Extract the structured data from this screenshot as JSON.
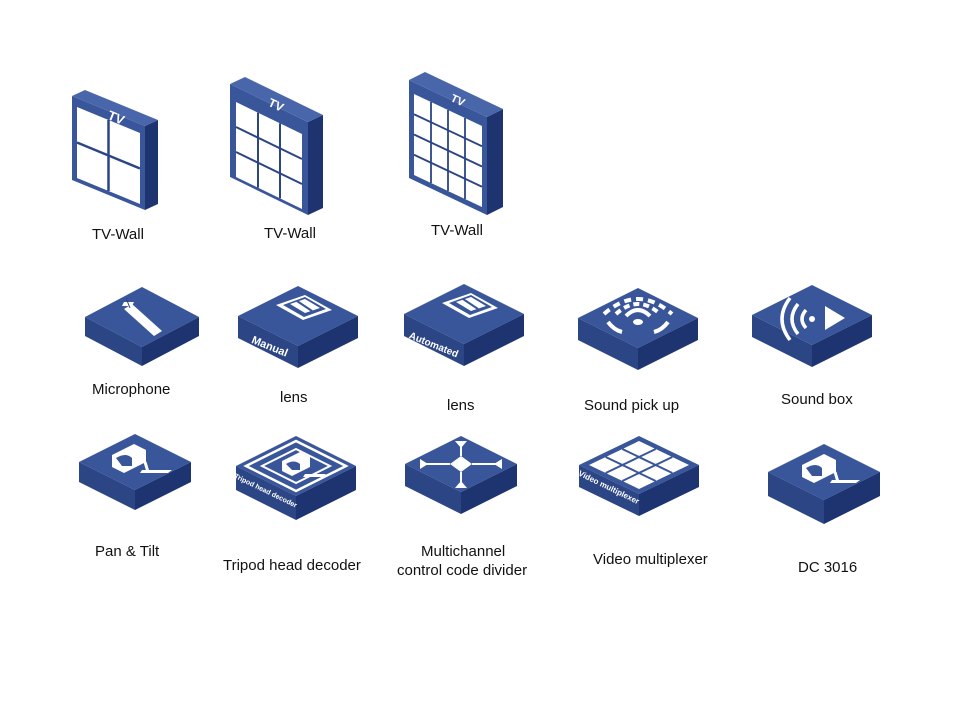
{
  "colors": {
    "top": "#3a569a",
    "left": "#2b4585",
    "right": "#1e3470",
    "white": "#ffffff"
  },
  "labels": {
    "tv_wall_1": "TV-Wall",
    "tv_wall_2": "TV-Wall",
    "tv_wall_3": "TV-Wall",
    "microphone": "Microphone",
    "lens_manual": "lens",
    "lens_automated": "lens",
    "sound_pickup": "Sound pick up",
    "sound_box": "Sound box",
    "pan_tilt": "Pan & Tilt",
    "tripod_decoder": "Tripod head decoder",
    "code_divider_line1": "Multichannel",
    "code_divider_line2": "control code divider",
    "video_multiplexer": "Video multiplexer",
    "dc3016": "DC 3016"
  },
  "inscriptions": {
    "tv": "TV",
    "manual": "Manual",
    "automated": "Automated",
    "tripod": "Tripod head decoder",
    "video": "Video multiplexer"
  }
}
